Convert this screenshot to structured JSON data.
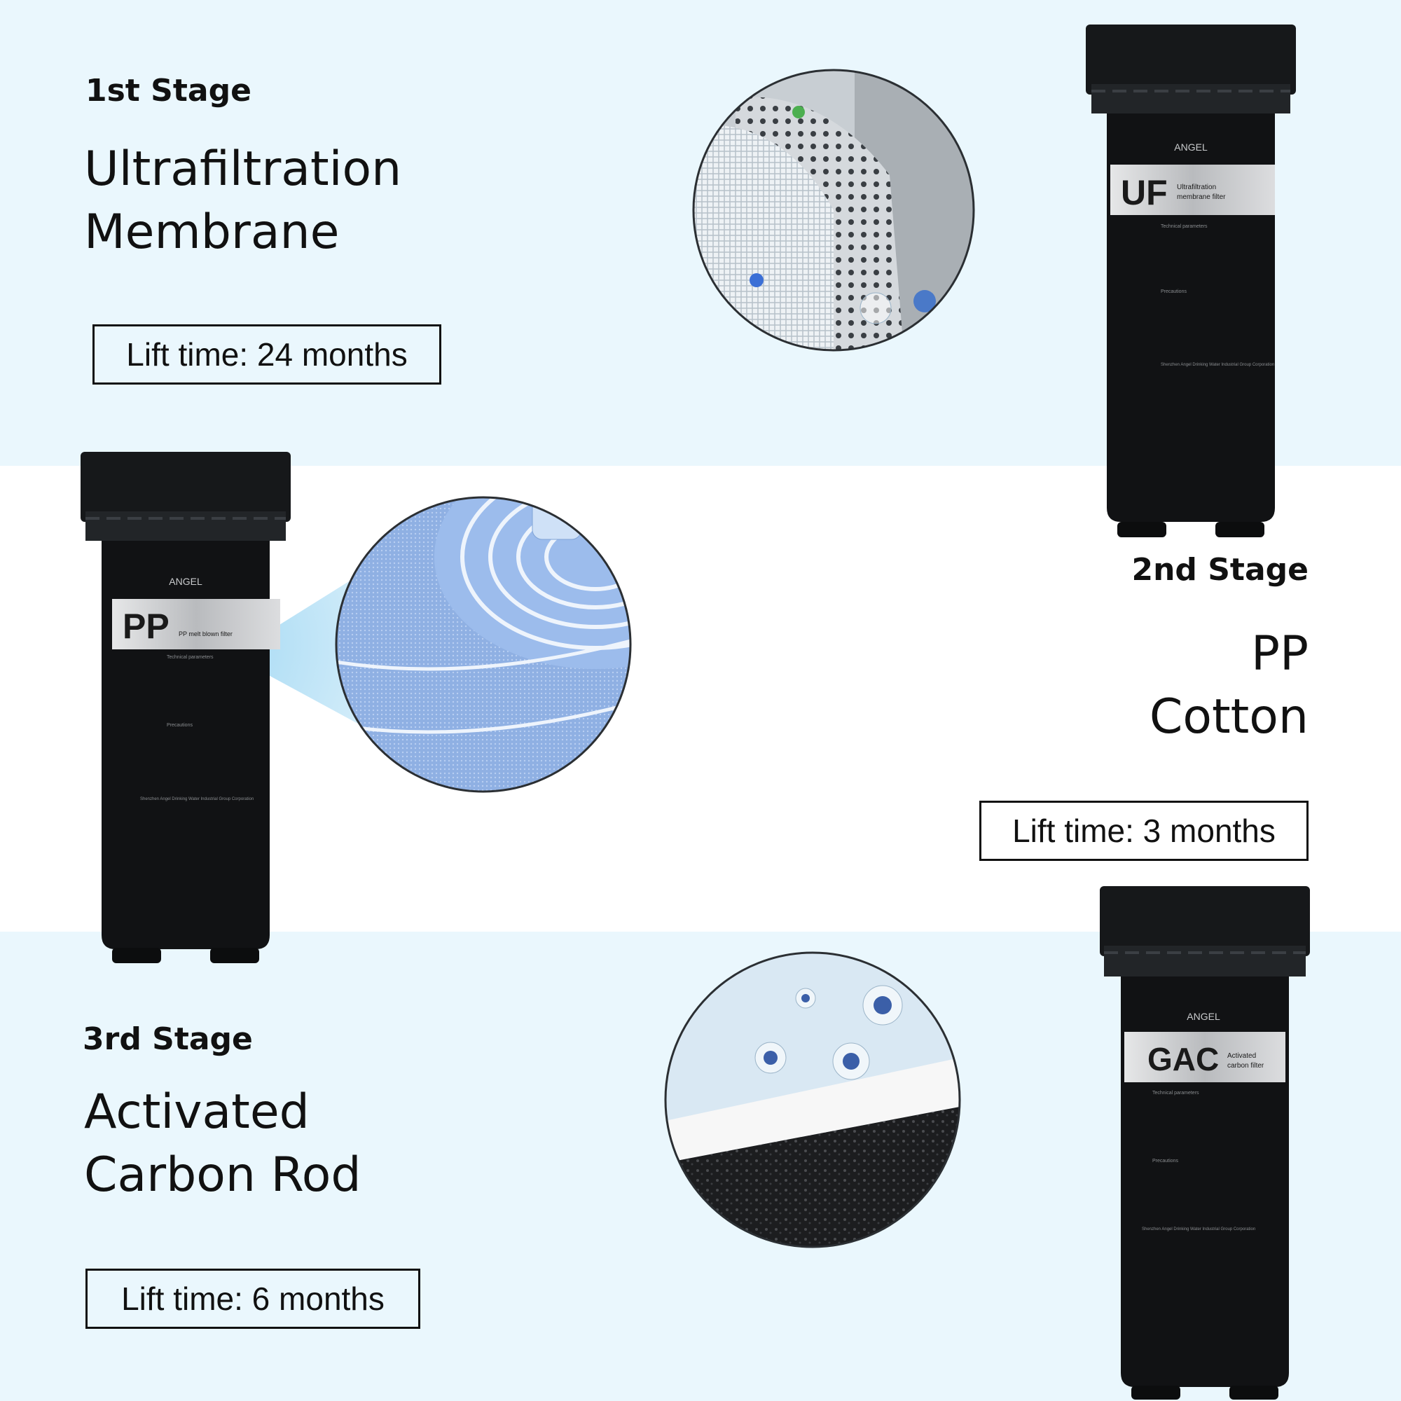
{
  "stages": [
    {
      "stage": "1st Stage",
      "name_line1": "Ultrafiltration",
      "name_line2": "Membrane",
      "life": "Lift time: 24 months",
      "cartridge": {
        "brand": "ANGEL",
        "code": "UF",
        "desc_line1": "Ultrafiltration",
        "desc_line2": "membrane filter"
      }
    },
    {
      "stage": "2nd Stage",
      "name_line1": "PP",
      "name_line2": "Cotton",
      "life": "Lift time: 3 months",
      "cartridge": {
        "brand": "ANGEL",
        "code": "PP",
        "desc_line1": "PP melt blown filter",
        "desc_line2": ""
      }
    },
    {
      "stage": "3rd Stage",
      "name_line1": "Activated",
      "name_line2": "Carbon Rod",
      "life": "Lift time: 6 months",
      "cartridge": {
        "brand": "ANGEL",
        "code": "GAC",
        "desc_line1": "Activated",
        "desc_line2": "carbon filter"
      }
    }
  ],
  "label_texts": {
    "technical": "Technical parameters",
    "precautions": "Precautions",
    "maker": "Shenzhen Angel Drinking Water Industrial Group Corporation"
  },
  "colors": {
    "band_light_blue": "#eaf7fd",
    "cartridge_black": "#111214",
    "label_silver": "#c9cbcd",
    "beam_blue": "#9fd7f3"
  }
}
